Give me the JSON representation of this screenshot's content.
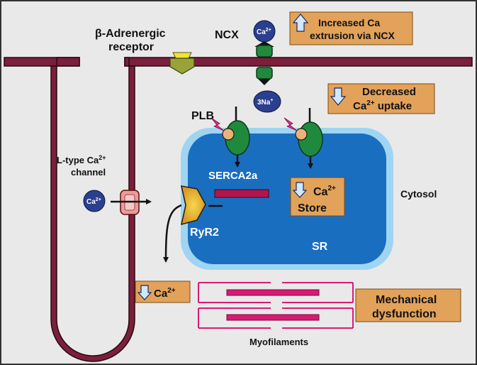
{
  "colors": {
    "background": "#e9e9e9",
    "membrane": "#7a1f3c",
    "sr_outer": "#9fd4f2",
    "sr_inner": "#1a6ec0",
    "serca_green": "#1f8a3e",
    "callout_orange": "#e2a25a",
    "calcium_ion": "#2a3f8f",
    "myofilament": "#d81b73"
  },
  "labels": {
    "beta_receptor_line1": "β-Adrenergic",
    "beta_receptor_line2": "receptor",
    "ncx": "NCX",
    "plb": "PLB",
    "ltype_line1": "L-type Ca",
    "ltype_sup": "2+",
    "ltype_line2": "channel",
    "serca": "SERCA2a",
    "ryr": "RyR2",
    "sr": "SR",
    "cytosol": "Cytosol",
    "myofilaments": "Myofilaments"
  },
  "ions": {
    "ca_base": "Ca",
    "ca_sup": "2+",
    "na_base": "3Na",
    "na_sup": "+"
  },
  "callouts": {
    "ncx_line1": "Increased Ca",
    "ncx_line2": "extrusion  via NCX",
    "uptake_line1": "Decreased",
    "uptake_line2_base": "Ca",
    "uptake_line2_sup": "2+",
    "uptake_line2_rest": "  uptake",
    "store_line1_base": "Ca",
    "store_line1_sup": "2+",
    "store_line2": "Store",
    "cytosolic_base": "Ca",
    "cytosolic_sup": "2+",
    "mech_line1": "Mechanical",
    "mech_line2": "dysfunction"
  }
}
